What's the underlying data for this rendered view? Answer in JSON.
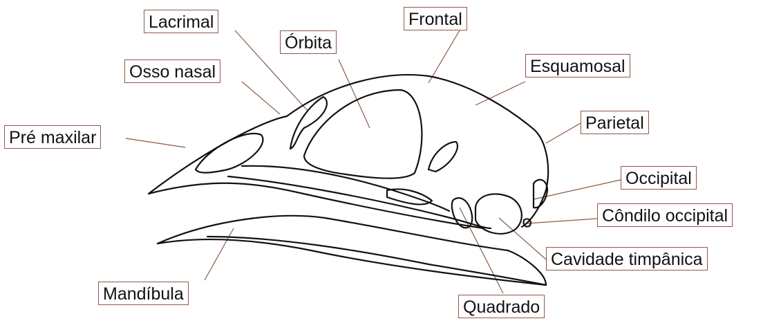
{
  "labels": {
    "lacrimal": "Lacrimal",
    "frontal": "Frontal",
    "orbita": "Órbita",
    "esquamosal": "Esquamosal",
    "osso_nasal": "Osso nasal",
    "parietal": "Parietal",
    "pre_maxilar": "Pré maxilar",
    "occipital": "Occipital",
    "condilo_occipital": "Côndilo occipital",
    "cavidade_timpanica": "Cavidade timpânica",
    "mandibula": "Mandíbula",
    "quadrado": "Quadrado"
  },
  "colors": {
    "outline": "#111111",
    "label_border": "#8b5a44",
    "background": "#ffffff"
  }
}
